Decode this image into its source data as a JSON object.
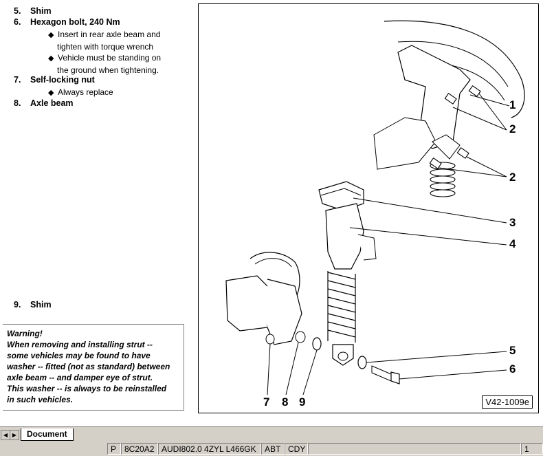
{
  "items": {
    "item5": {
      "num": "5.",
      "label": "Shim"
    },
    "item6": {
      "num": "6.",
      "label": "Hexagon bolt, 240 Nm"
    },
    "item6_notes": [
      {
        "line1": "Insert in rear axle beam and",
        "line2": "tighten with torque wrench"
      },
      {
        "line1": "Vehicle must be standing on",
        "line2": "the ground when tightening."
      }
    ],
    "item7": {
      "num": "7.",
      "label": "Self-locking nut"
    },
    "item7_note": "Always replace",
    "item8": {
      "num": "8.",
      "label": "Axle beam"
    },
    "item9": {
      "num": "9.",
      "label": "Shim"
    }
  },
  "warning": {
    "title": "Warning!",
    "lines": [
      "When removing and installing strut --",
      "some vehicles may be found to have",
      "washer -- fitted (not as standard) between",
      "axle beam -- and damper eye of strut.",
      "This washer -- is always to be reinstalled",
      "in such vehicles."
    ]
  },
  "figure": {
    "id": "V42-1009e",
    "callouts": [
      "1",
      "2",
      "2",
      "3",
      "4",
      "5",
      "6",
      "7",
      "8",
      "9"
    ]
  },
  "tabs": {
    "nav_prev": "◀",
    "nav_next": "▶",
    "active": "Document"
  },
  "status": {
    "c1": "P",
    "c2": "8C20A2",
    "c3": "AUDI802.0 4ZYL L466GK",
    "c4": "ABT",
    "c5": "CDY",
    "c6": "1"
  }
}
